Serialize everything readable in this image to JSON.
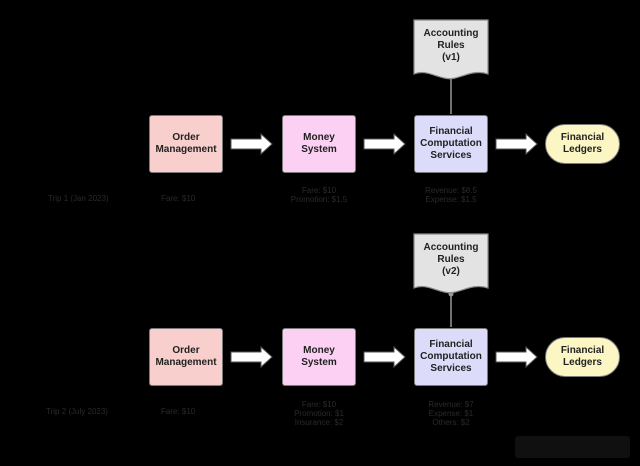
{
  "colors": {
    "background": "#000000",
    "order_fill": "#f8cfcc",
    "money_fill": "#fbd0f3",
    "financial_fill": "#dcdcfa",
    "ledger_fill": "#fbf6c4",
    "doc_fill": "#e3e3e3",
    "arrow_fill": "#ffffff",
    "connector": "#999999"
  },
  "flow1": {
    "trip_label": "Trip 1 (Jan 2023)",
    "order": {
      "label": "Order\nManagement",
      "annotation": "Fare: $10"
    },
    "money": {
      "label": "Money\nSystem",
      "annotation": "Fare: $10\nPromotion: $1.5"
    },
    "financial": {
      "label": "Financial\nComputation\nServices",
      "annotation": "Revenue: $8.5\nExpense: $1.5"
    },
    "ledger": {
      "label": "Financial\nLedgers"
    },
    "rules": {
      "label": "Accounting\nRules\n(v1)"
    }
  },
  "flow2": {
    "trip_label": "Trip 2 (July 2023)",
    "order": {
      "label": "Order\nManagement",
      "annotation": "Fare: $10"
    },
    "money": {
      "label": "Money\nSystem",
      "annotation": "Fare: $10\nPromotion: $1\nInsurance: $2"
    },
    "financial": {
      "label": "Financial\nComputation\nServices",
      "annotation": "Revenue: $7\nExpense: $1\nOthers: $2"
    },
    "ledger": {
      "label": "Financial\nLedgers"
    },
    "rules": {
      "label": "Accounting\nRules\n(v2)"
    }
  }
}
